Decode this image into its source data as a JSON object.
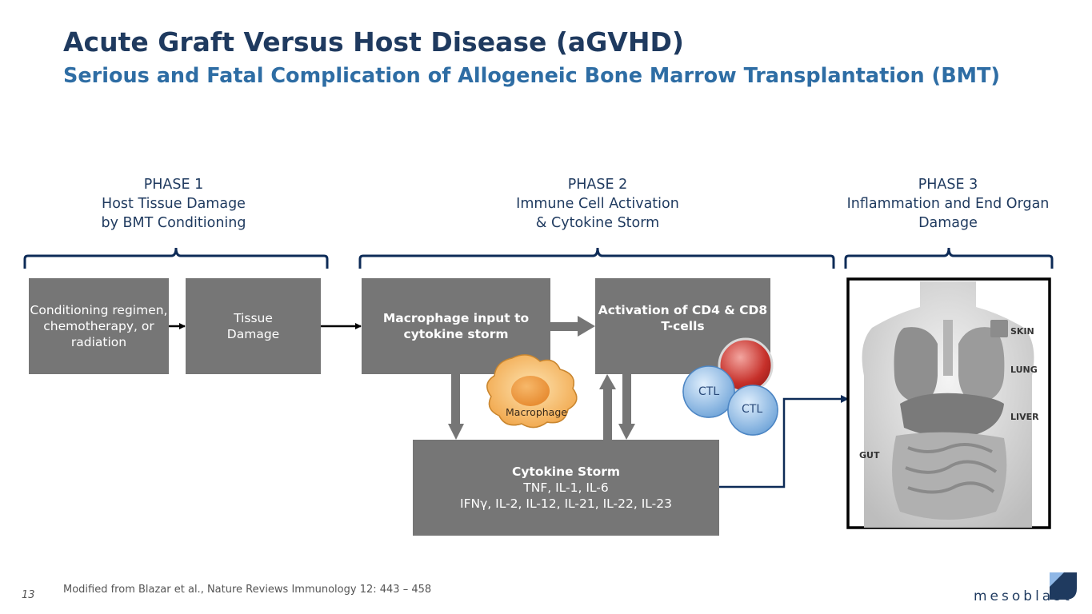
{
  "title": "Acute Graft Versus Host Disease (aGVHD)",
  "subtitle": "Serious and Fatal Complication of Allogeneic Bone Marrow Transplantation (BMT)",
  "phases": [
    {
      "heading": "PHASE 1",
      "line1": "Host Tissue Damage",
      "line2": "by BMT Conditioning"
    },
    {
      "heading": "PHASE 2",
      "line1": "Immune Cell Activation",
      "line2": "& Cytokine Storm"
    },
    {
      "heading": "PHASE 3",
      "line1": "Inflammation and End Organ",
      "line2": "Damage"
    }
  ],
  "boxes": {
    "conditioning": {
      "line1": "Conditioning regimen,",
      "line2": "chemotherapy, or",
      "line3": "radiation"
    },
    "tissue": {
      "line1": "Tissue",
      "line2": "Damage"
    },
    "macrophage_input": {
      "line1": "Macrophage input to",
      "line2": "cytokine storm"
    },
    "activation": {
      "line1": "Activation of CD4 & CD8",
      "line2": "T-cells"
    },
    "cytokine": {
      "line1": "Cytokine Storm",
      "line2": "TNF, IL-1, IL-6",
      "line3": "IFNγ, IL-2, IL-12, IL-21, IL-22, IL-23"
    }
  },
  "cells": {
    "macrophage": "Macrophage",
    "ctl1": "CTL",
    "ctl2": "CTL"
  },
  "organs": {
    "skin": "SKIN",
    "lung": "LUNG",
    "liver": "LIVER",
    "gut": "GUT"
  },
  "footnote": "Modified from Blazar et al., Nature Reviews Immunology 12: 443 – 458",
  "page_number": "13",
  "logo": "mesoblast",
  "colors": {
    "title": "#1f3a5f",
    "subtitle": "#2e6da4",
    "box": "#767676",
    "connector": "#0d2b57"
  }
}
